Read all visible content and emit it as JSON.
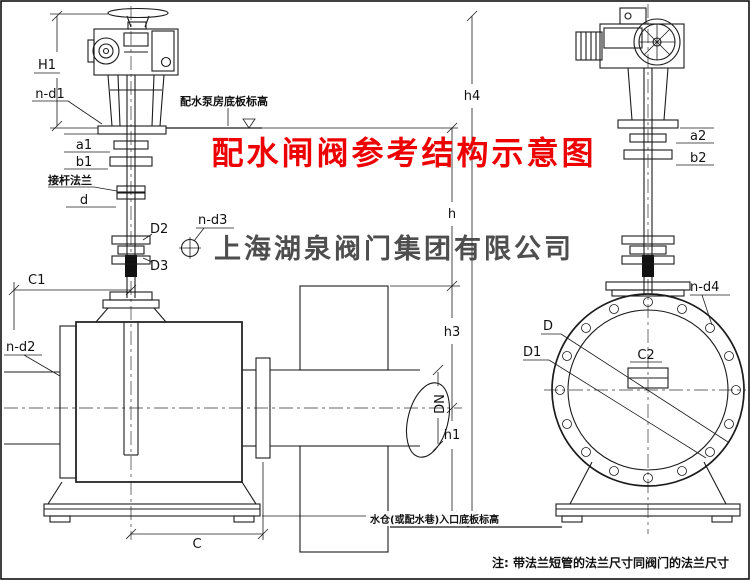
{
  "overlay": {
    "title": "配水闸阀参考结构示意图",
    "watermark": "上海湖泉阀门集团有限公司",
    "note": "注: 带法兰短管的法兰尺寸同阀门的法兰尺寸"
  },
  "callouts": {
    "pump_floor": "配水泵房底板标高",
    "rod_flange": "接杆法兰",
    "sump_floor": "水仓(或配水巷)入口底板标高"
  },
  "labels_left": {
    "H1": "H1",
    "n_d1": "n-d1",
    "a1": "a1",
    "b1": "b1",
    "d": "d",
    "D2": "D2",
    "D3": "D3",
    "n_d3": "n-d3",
    "C1": "C1",
    "n_d2": "n-d2",
    "C": "C",
    "DN": "DN",
    "h": "h",
    "h1": "h1",
    "h3": "h3",
    "h4": "h4"
  },
  "labels_right": {
    "a2": "a2",
    "b2": "b2",
    "n_d4": "n-d4",
    "D": "D",
    "D1": "D1",
    "C2": "C2"
  },
  "colors": {
    "title": "#ee0000",
    "watermark": "#3f3f3f",
    "line": "#1b1b1b"
  }
}
